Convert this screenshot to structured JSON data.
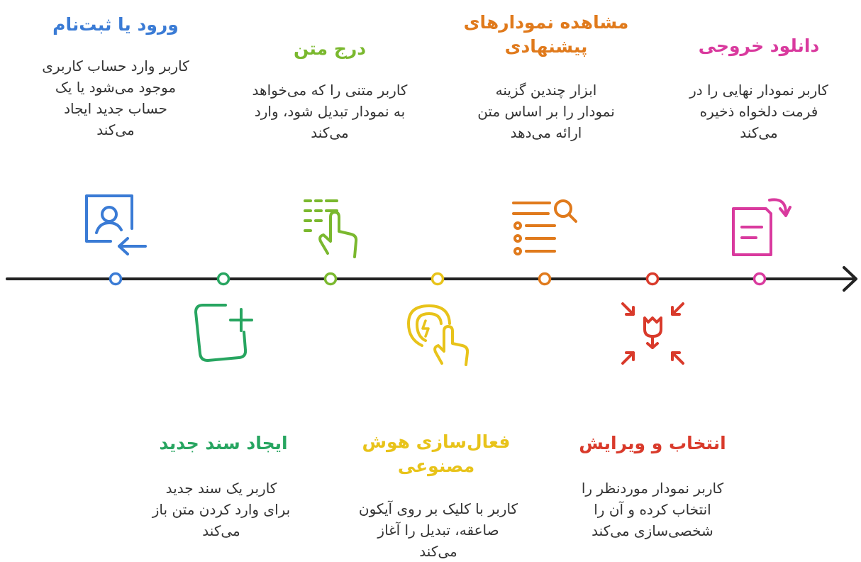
{
  "colors": {
    "axis": "#222222",
    "blue": "#3a7bd5",
    "green": "#27a560",
    "lime": "#7ab82e",
    "yellow": "#e8c31a",
    "orange": "#e07a1c",
    "red": "#d93a2b",
    "pink": "#d93a9e"
  },
  "steps": [
    {
      "title": "ورود یا ثبت‌نام",
      "description": "کاربر وارد حساب کاربری\nموجود می‌شود یا یک\nحساب جدید ایجاد\nمی‌کند",
      "icon": "user-login-icon"
    },
    {
      "title": "ایجاد سند جدید",
      "description": "کاربر یک سند جدید\nبرای وارد کردن متن باز\nمی‌کند",
      "icon": "new-document-icon"
    },
    {
      "title": "درج متن",
      "description": "کاربر متنی را که می‌خواهد\nبه نمودار تبدیل شود، وارد\nمی‌کند",
      "icon": "text-input-icon"
    },
    {
      "title": "فعال‌سازی هوش\nمصنوعی",
      "description": "کاربر با کلیک بر روی آیکون\nصاعقه، تبدیل را آغاز\nمی‌کند",
      "icon": "ai-activate-icon"
    },
    {
      "title": "مشاهده نمودارهای\nپیشنهادی",
      "description": "ابزار چندین گزینه\nنمودار را بر اساس متن\nارائه می‌دهد",
      "icon": "search-list-icon"
    },
    {
      "title": "انتخاب و ویرایش",
      "description": "کاربر نمودار موردنظر را\nانتخاب کرده و آن را\nشخصی‌سازی می‌کند",
      "icon": "select-edit-icon"
    },
    {
      "title": "دانلود خروجی",
      "description": "کاربر نمودار نهایی را در\nفرمت دلخواه ذخیره\nمی‌کند",
      "icon": "download-export-icon"
    }
  ]
}
